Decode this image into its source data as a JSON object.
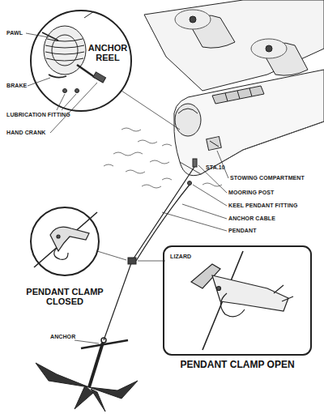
{
  "diagram": {
    "nodes": [
      {
        "text": [
          "ANCHOR REEL"
        ]
      },
      {
        "text": [
          "PENDANT CLAMP CLOSED"
        ]
      },
      {
        "text": [
          "PENDANT CLAMP OPEN"
        ]
      }
    ],
    "labels": [
      "PAWL",
      "BRAKE",
      "LUBRICATION FITTING",
      "HAND CRANK",
      "STA.10",
      "STOWING COMPARTMENT",
      "MOORING POST",
      "KEEL PENDANT FITTING",
      "ANCHOR CABLE",
      "PENDANT",
      "LIZARD",
      "ANCHOR"
    ]
  }
}
